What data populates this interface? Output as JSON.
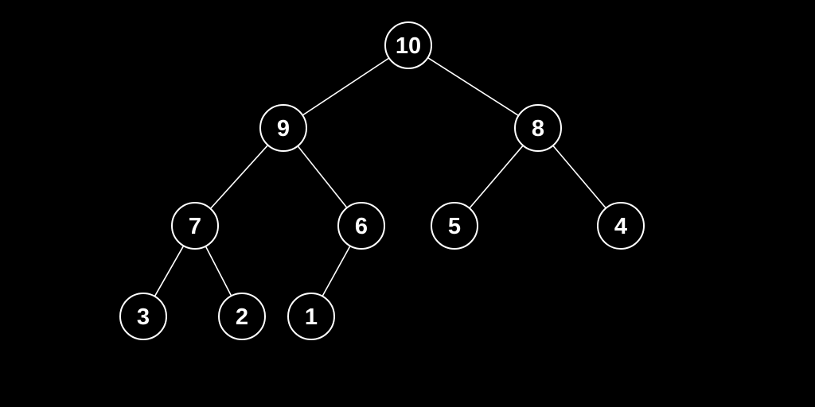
{
  "diagram": {
    "type": "binary-tree",
    "colors": {
      "background": "#000000",
      "node_stroke": "#ffffff",
      "edge": "#ffffff",
      "text": "#ffffff"
    },
    "nodes": [
      {
        "id": "n10",
        "label": "10"
      },
      {
        "id": "n9",
        "label": "9"
      },
      {
        "id": "n8",
        "label": "8"
      },
      {
        "id": "n7",
        "label": "7"
      },
      {
        "id": "n6",
        "label": "6"
      },
      {
        "id": "n5",
        "label": "5"
      },
      {
        "id": "n4",
        "label": "4"
      },
      {
        "id": "n3",
        "label": "3"
      },
      {
        "id": "n2",
        "label": "2"
      },
      {
        "id": "n1",
        "label": "1"
      }
    ],
    "edges": [
      {
        "from": "n10",
        "to": "n9"
      },
      {
        "from": "n10",
        "to": "n8"
      },
      {
        "from": "n9",
        "to": "n7"
      },
      {
        "from": "n9",
        "to": "n6"
      },
      {
        "from": "n8",
        "to": "n5"
      },
      {
        "from": "n8",
        "to": "n4"
      },
      {
        "from": "n7",
        "to": "n3"
      },
      {
        "from": "n7",
        "to": "n2"
      },
      {
        "from": "n6",
        "to": "n1"
      }
    ]
  }
}
